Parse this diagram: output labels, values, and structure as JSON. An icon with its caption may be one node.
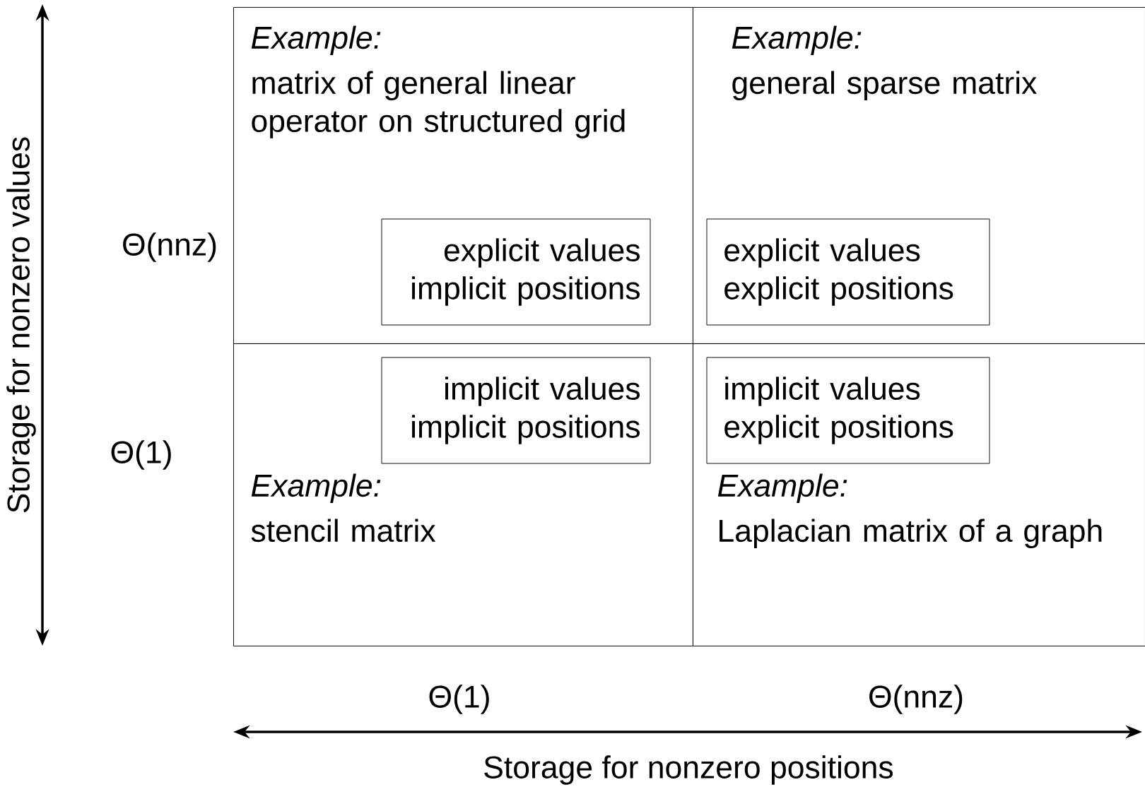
{
  "diagram": {
    "nodes": [
      {
        "text": [
          "Example:",
          "matrix of general linear operator on structured grid"
        ]
      },
      {
        "text": [
          "Example:",
          "general sparse matrix"
        ]
      },
      {
        "text": [
          "Example:",
          "stencil matrix"
        ]
      },
      {
        "text": [
          "Example:",
          "Laplacian matrix of a graph"
        ]
      },
      {
        "text": [
          "explicit values implicit positions"
        ],
        "in": 0
      },
      {
        "text": [
          "explicit values explicit positions"
        ],
        "in": 1
      },
      {
        "text": [
          "implicit values implicit positions"
        ],
        "in": 2
      },
      {
        "text": [
          "implicit values explicit positions"
        ],
        "in": 3
      }
    ],
    "labels": [
      "Θ(nnz)",
      "Θ(1)",
      "Storage for nonzero values",
      "Θ(1)",
      "Θ(nnz)",
      "Storage for nonzero positions"
    ]
  }
}
